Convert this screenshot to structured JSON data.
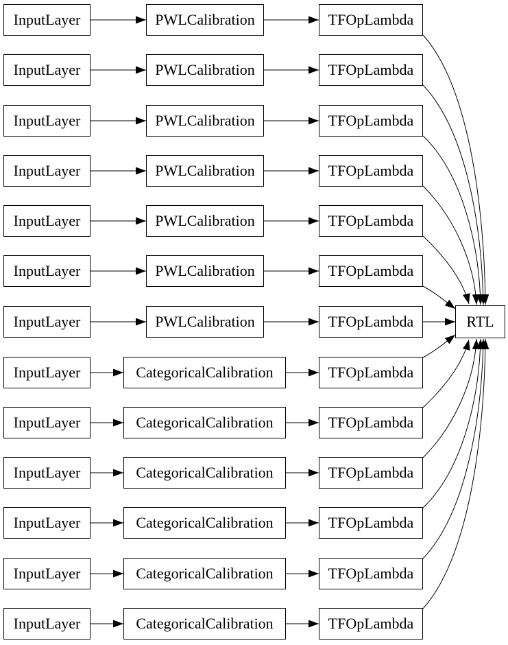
{
  "diagram": {
    "colors": {
      "background": "#ffffff",
      "node_fill": "#ffffff",
      "node_border": "#000000",
      "edge": "#000000",
      "text": "#000000"
    },
    "output_node": {
      "label": "RTL"
    },
    "rows": [
      {
        "input": "InputLayer",
        "calibration": "PWLCalibration",
        "lambda": "TFOpLambda"
      },
      {
        "input": "InputLayer",
        "calibration": "PWLCalibration",
        "lambda": "TFOpLambda"
      },
      {
        "input": "InputLayer",
        "calibration": "PWLCalibration",
        "lambda": "TFOpLambda"
      },
      {
        "input": "InputLayer",
        "calibration": "PWLCalibration",
        "lambda": "TFOpLambda"
      },
      {
        "input": "InputLayer",
        "calibration": "PWLCalibration",
        "lambda": "TFOpLambda"
      },
      {
        "input": "InputLayer",
        "calibration": "PWLCalibration",
        "lambda": "TFOpLambda"
      },
      {
        "input": "InputLayer",
        "calibration": "PWLCalibration",
        "lambda": "TFOpLambda"
      },
      {
        "input": "InputLayer",
        "calibration": "CategoricalCalibration",
        "lambda": "TFOpLambda"
      },
      {
        "input": "InputLayer",
        "calibration": "CategoricalCalibration",
        "lambda": "TFOpLambda"
      },
      {
        "input": "InputLayer",
        "calibration": "CategoricalCalibration",
        "lambda": "TFOpLambda"
      },
      {
        "input": "InputLayer",
        "calibration": "CategoricalCalibration",
        "lambda": "TFOpLambda"
      },
      {
        "input": "InputLayer",
        "calibration": "CategoricalCalibration",
        "lambda": "TFOpLambda"
      },
      {
        "input": "InputLayer",
        "calibration": "CategoricalCalibration",
        "lambda": "TFOpLambda"
      }
    ]
  }
}
